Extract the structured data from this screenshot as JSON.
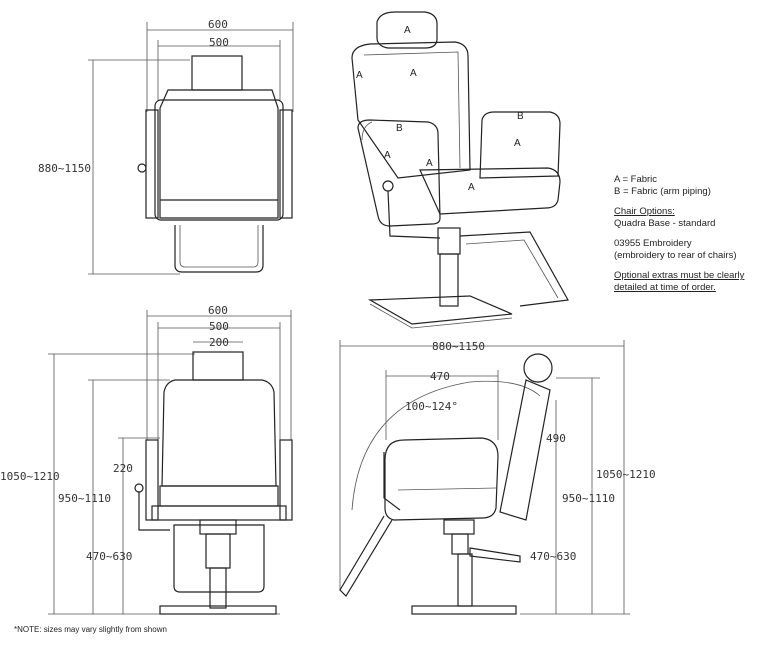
{
  "legend": {
    "line1": "A = Fabric",
    "line2": "B = Fabric (arm piping)",
    "options_heading": "Chair Options:",
    "options_line": "Quadra Base - standard",
    "embroidery_line1": "03955 Embroidery",
    "embroidery_line2": "(embroidery to rear of chairs)",
    "extras_line1": "Optional extras must be clearly",
    "extras_line2": "detailed at time of order."
  },
  "note": "*NOTE: sizes may vary slightly from shown",
  "top_view": {
    "width_outer": "600",
    "width_inner": "500",
    "height": "880~1150"
  },
  "front_view": {
    "width_outer": "600",
    "width_inner": "500",
    "headrest_width": "200",
    "total_height": "1050~1210",
    "back_height": "950~1110",
    "seat_height": "470~630",
    "arm_height": "220"
  },
  "side_view": {
    "depth": "880~1150",
    "seat_depth": "470",
    "recline": "100~124°",
    "back_length": "490",
    "back_height": "950~1110",
    "total_height": "1050~1210",
    "seat_height": "470~630"
  },
  "iso_labels": {
    "a": "A",
    "b": "B"
  }
}
